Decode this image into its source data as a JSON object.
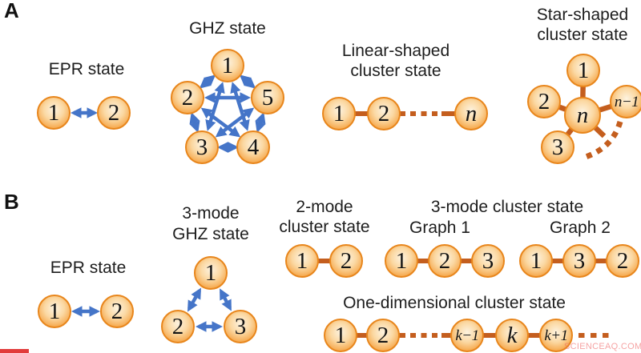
{
  "panels": {
    "a": {
      "label": "A",
      "epr": {
        "title": "EPR state",
        "nodes": [
          "1",
          "2"
        ]
      },
      "ghz": {
        "title": "GHZ state",
        "nodes": [
          "1",
          "2",
          "5",
          "3",
          "4"
        ]
      },
      "linear": {
        "title_line1": "Linear-shaped",
        "title_line2": "cluster state",
        "nodes": [
          "1",
          "2",
          "n"
        ]
      },
      "star": {
        "title_line1": "Star-shaped",
        "title_line2": "cluster state",
        "nodes": [
          "1",
          "2",
          "n−1",
          "n",
          "3"
        ]
      }
    },
    "b": {
      "label": "B",
      "epr": {
        "title": "EPR state",
        "nodes": [
          "1",
          "2"
        ]
      },
      "ghz3": {
        "title_line1": "3-mode",
        "title_line2": "GHZ state",
        "nodes": [
          "1",
          "2",
          "3"
        ]
      },
      "cluster2": {
        "title_line1": "2-mode",
        "title_line2": "cluster state",
        "nodes": [
          "1",
          "2"
        ]
      },
      "cluster3": {
        "title": "3-mode cluster state",
        "graph1_label": "Graph 1",
        "graph2_label": "Graph 2",
        "graph1_nodes": [
          "1",
          "2",
          "3"
        ],
        "graph2_nodes": [
          "1",
          "3",
          "2"
        ]
      },
      "oned": {
        "title": "One-dimensional cluster state",
        "nodes": [
          "1",
          "2",
          "k−1",
          "k",
          "k+1"
        ]
      }
    }
  },
  "watermark": "SCIENCEAQ.COM",
  "colors": {
    "node_fill_center": "#fdf3e0",
    "node_fill_edge": "#f0963c",
    "node_border": "#e8861c",
    "arrow_blue": "#4575c8",
    "link_orange": "#c45e1e",
    "text": "#1d1d1d",
    "watermark_pink": "#f06a6a",
    "corner_red": "#e23b3b"
  }
}
